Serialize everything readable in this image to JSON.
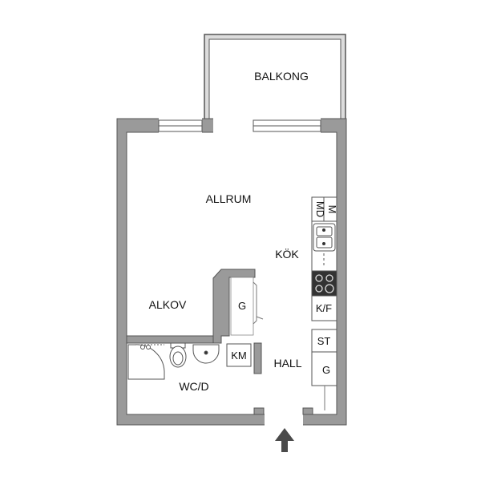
{
  "rooms": {
    "balkong": "BALKONG",
    "allrum": "ALLRUM",
    "kok": "KÖK",
    "alkov": "ALKOV",
    "hall": "HALL",
    "wcd": "WC/D"
  },
  "fixtures": {
    "md": "MD",
    "m": "M",
    "kf": "K/F",
    "st": "ST",
    "g_hall": "G",
    "g_closet": "G",
    "km": "KM"
  },
  "colors": {
    "wall": "#9a9a9a",
    "wall_stroke": "#555555",
    "balcony_fill": "#dcdcdc",
    "floor": "#ffffff",
    "arrow": "#4a4a4a"
  },
  "icons": [
    "entrance-arrow-icon",
    "sink-icon",
    "stove-icon",
    "toilet-icon",
    "washbasin-icon",
    "shower-icon"
  ]
}
